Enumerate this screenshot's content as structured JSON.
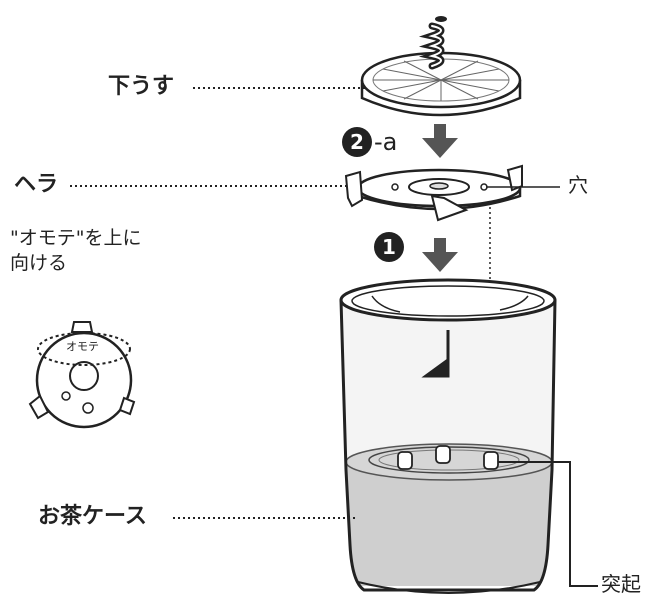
{
  "labels": {
    "lower_mill": "下うす",
    "spatula": "ヘラ",
    "orientation_note_line1": "\"オモテ\"を上に",
    "orientation_note_line2": "向ける",
    "hole": "穴",
    "tea_case": "お茶ケース",
    "protrusion": "突起",
    "spatula_face_mark": "オモテ"
  },
  "steps": [
    {
      "number": "2",
      "suffix": "-a"
    },
    {
      "number": "1",
      "suffix": ""
    }
  ],
  "colors": {
    "ink": "#222222",
    "arrow": "#555555",
    "case_fill": "#cfcfcf",
    "glass": "#f4f4f4"
  }
}
